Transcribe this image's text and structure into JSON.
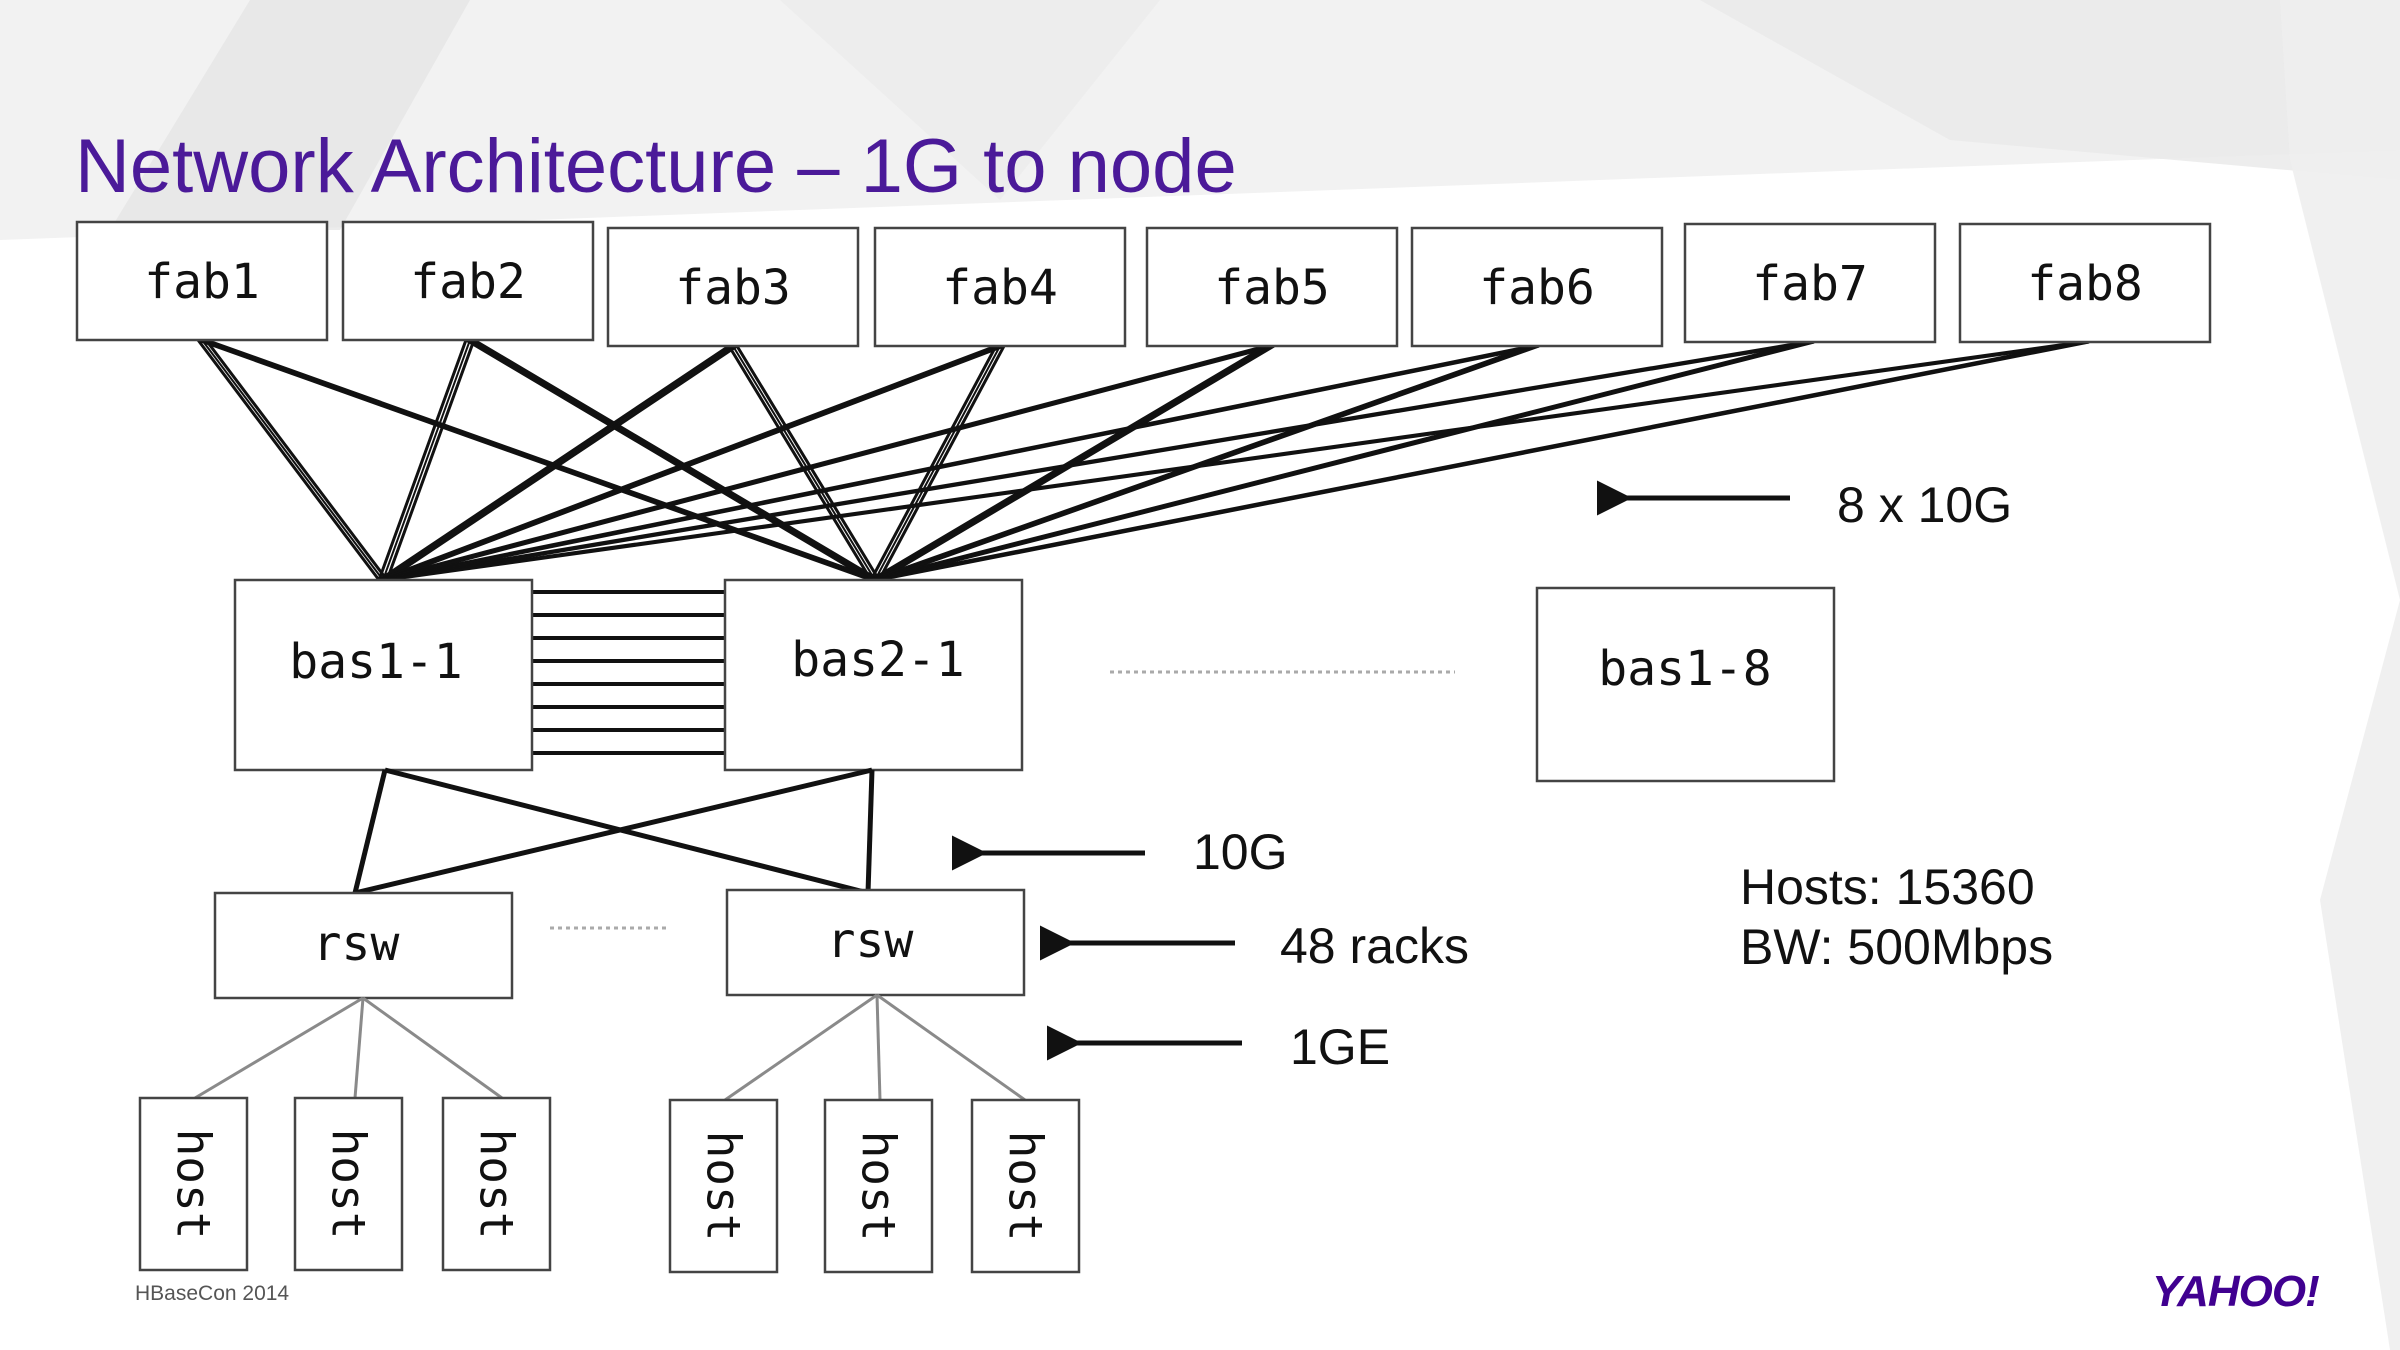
{
  "slide": {
    "title": "Network Architecture – 1G to node",
    "footer": "HBaseCon 2014",
    "logo": "YAHOO!",
    "colors": {
      "title": "#4b1a99",
      "logo": "#400090",
      "line": "#111111",
      "box_border": "#444444",
      "thin_link": "#8a8a8a"
    }
  },
  "fabric": [
    "fab1",
    "fab2",
    "fab3",
    "fab4",
    "fab5",
    "fab6",
    "fab7",
    "fab8"
  ],
  "spines": [
    "bas1-1",
    "bas2-1",
    "bas1-8"
  ],
  "racks": [
    "rsw",
    "rsw"
  ],
  "host_label": "host",
  "annotations": {
    "fabric_link": "8 x 10G",
    "uplink": "10G",
    "racks": "48 racks",
    "host_link": "1GE",
    "hosts": "Hosts: 15360",
    "bandwidth": "BW: 500Mbps"
  }
}
